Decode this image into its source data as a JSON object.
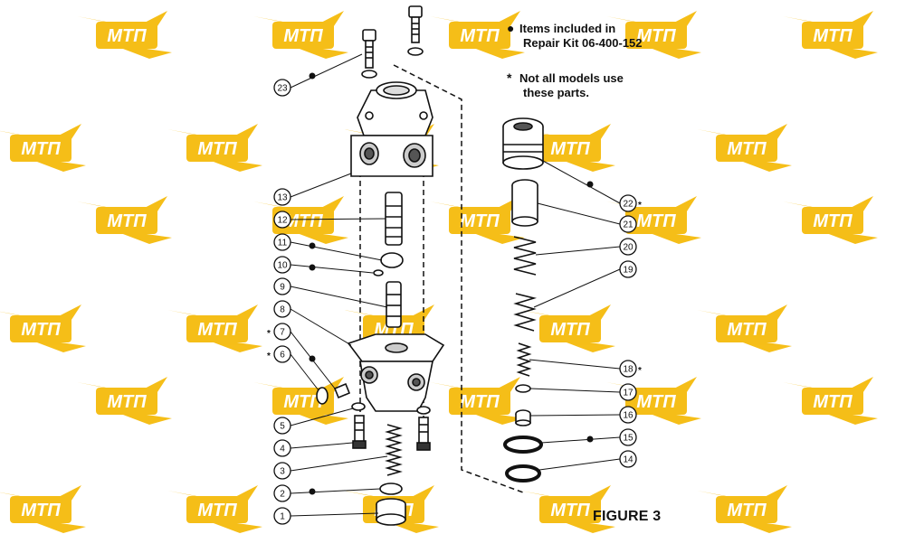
{
  "legend": {
    "kit_bullet": "●",
    "kit_line1": "Items included in",
    "kit_line2": "Repair Kit 06-400-152",
    "note_bullet": "*",
    "note_line1": "Not all models use",
    "note_line2": "these parts."
  },
  "figure_label": "FIGURE 3",
  "watermark_text": "МТП",
  "colors": {
    "watermark": "#f5b800",
    "ink": "#111111",
    "background": "#ffffff"
  },
  "callouts": [
    {
      "num": "1"
    },
    {
      "num": "2"
    },
    {
      "num": "3"
    },
    {
      "num": "4"
    },
    {
      "num": "5"
    },
    {
      "num": "6",
      "mark": "*"
    },
    {
      "num": "7",
      "mark": "*"
    },
    {
      "num": "8"
    },
    {
      "num": "9"
    },
    {
      "num": "10"
    },
    {
      "num": "11"
    },
    {
      "num": "12"
    },
    {
      "num": "13"
    },
    {
      "num": "14"
    },
    {
      "num": "15"
    },
    {
      "num": "16"
    },
    {
      "num": "17"
    },
    {
      "num": "18",
      "mark": "*"
    },
    {
      "num": "19"
    },
    {
      "num": "20"
    },
    {
      "num": "21"
    },
    {
      "num": "22",
      "mark": "*"
    },
    {
      "num": "23"
    }
  ]
}
